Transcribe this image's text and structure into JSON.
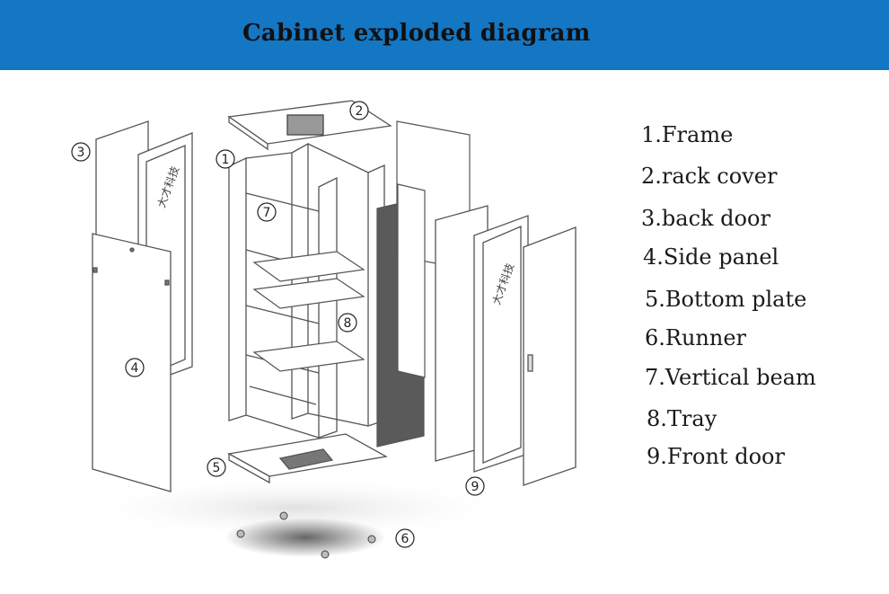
{
  "header": {
    "title": "Cabinet exploded diagram"
  },
  "legend": {
    "items": [
      {
        "number": "1",
        "label": "1.Frame"
      },
      {
        "number": "2",
        "label": "2.rack cover"
      },
      {
        "number": "3",
        "label": "3.back door"
      },
      {
        "number": "4",
        "label": "4.Side panel"
      },
      {
        "number": "5",
        "label": "5.Bottom plate"
      },
      {
        "number": "6",
        "label": "6.Runner"
      },
      {
        "number": "7",
        "label": "7.Vertical beam"
      },
      {
        "number": "8",
        "label": "8.Tray"
      },
      {
        "number": "9",
        "label": "9.Front door"
      }
    ]
  },
  "door_branding": {
    "text": "大才科技"
  },
  "colors": {
    "banner": "#1477c4",
    "line": "#555555",
    "panel_dark": "#5a5a5a"
  }
}
